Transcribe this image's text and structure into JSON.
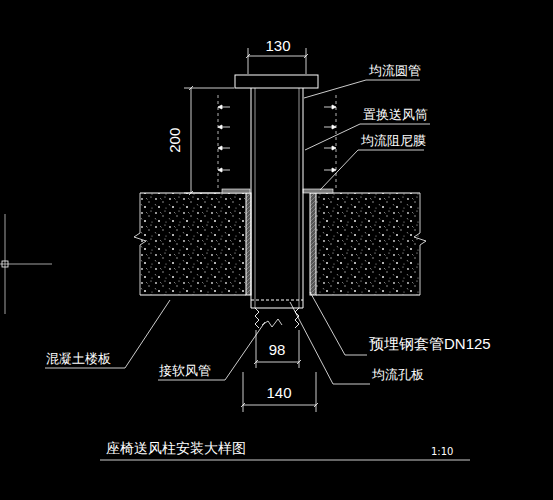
{
  "diagram": {
    "title": "座椅送风柱安装大样图",
    "labels": [
      "130",
      "200",
      "98",
      "140",
      "均流圆管",
      "置换送风筒",
      "均流阻尼膜",
      "混凝土楼板",
      "接软风管",
      "预埋钢套管DN125",
      "均流孔板",
      "1:10"
    ]
  }
}
